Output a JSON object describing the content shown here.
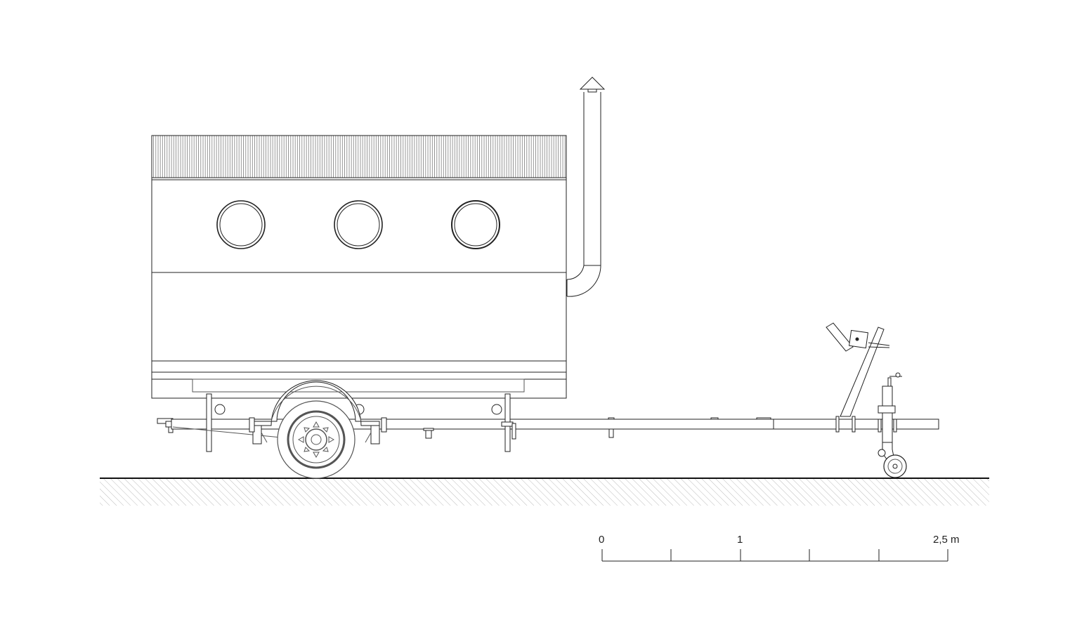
{
  "colors": {
    "line": "#222222",
    "light_line": "#555555",
    "hatch": "#bdbdbd",
    "wheel": "#555555",
    "background": "#ffffff"
  },
  "scale_bar": {
    "label_start": "0",
    "label_mid": "1",
    "label_end": "2,5 m"
  }
}
